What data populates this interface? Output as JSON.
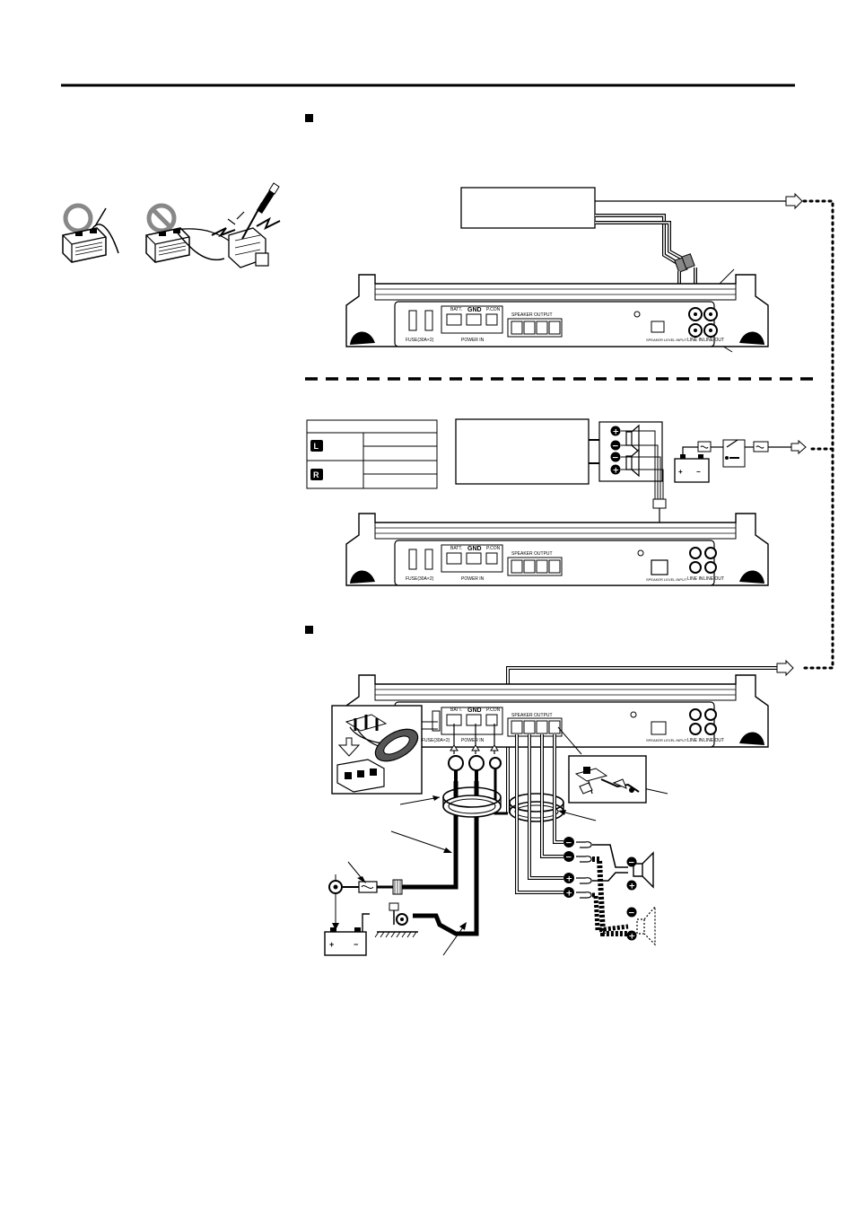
{
  "amp_panel": {
    "batt_label": "BATT.",
    "gnd_label": "GND",
    "pcon_label": "P.CON",
    "speaker_output_label": "SPEAKER OUTPUT",
    "fuse_label": "FUSE(30A×2)",
    "power_in_label": "POWER IN",
    "speaker_level_input_label": "SPEAKER LEVEL INPUT",
    "line_in_label": "LINE IN",
    "line_out_label": "LINE OUT"
  },
  "channel_table": {
    "left_badge": "L",
    "right_badge": "R"
  },
  "symbols": {
    "plus": "+",
    "minus": "−"
  },
  "colors": {
    "ink": "#000000",
    "panel_fill": "#ffffff",
    "shade": "#d0d0d0"
  }
}
